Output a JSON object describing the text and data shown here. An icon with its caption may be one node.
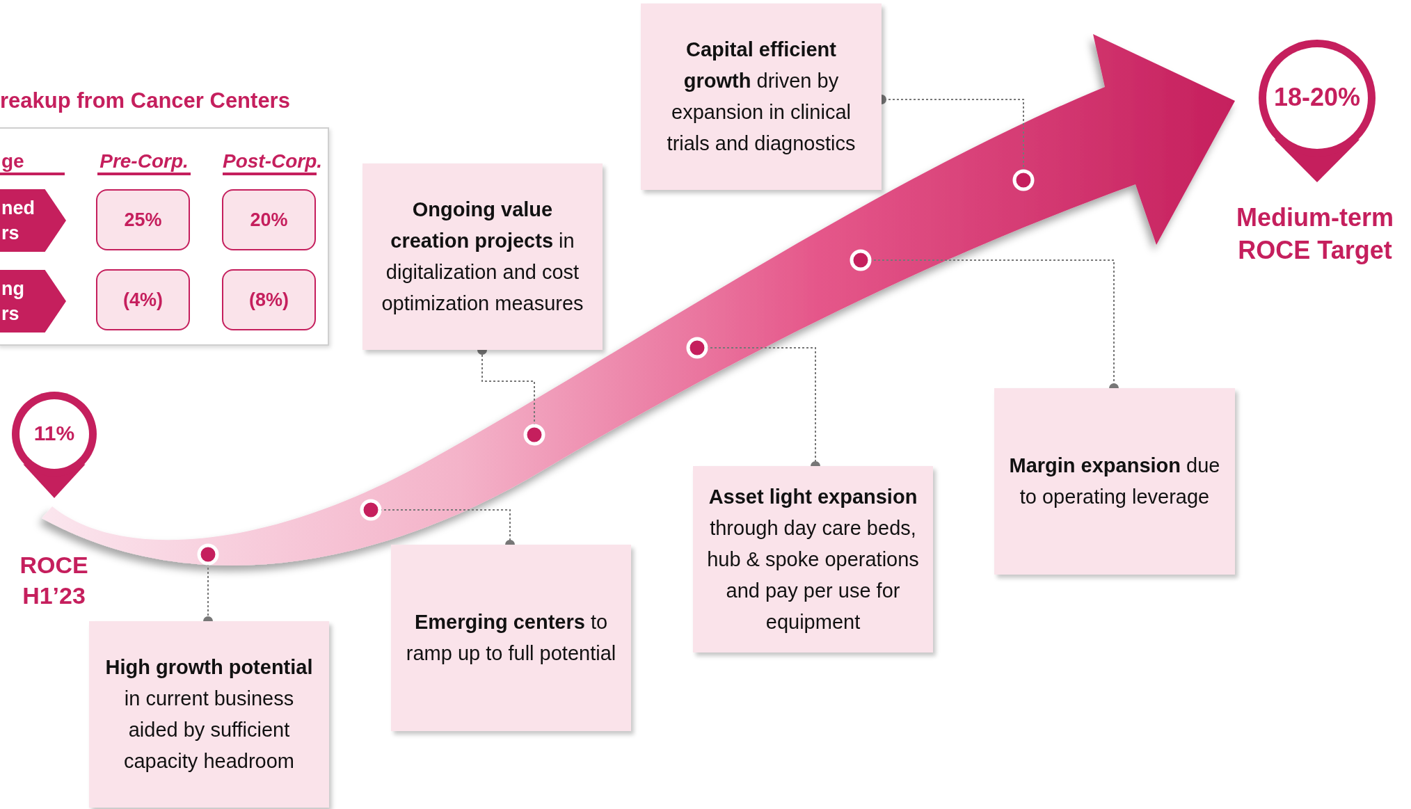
{
  "diagram": {
    "nodes": [
      {
        "text": [],
        "shape": "box"
      },
      {
        "text": [
          "ned rs"
        ],
        "in": 0
      },
      {
        "text": [
          "25%"
        ],
        "in": 0
      },
      {
        "text": [
          "20%"
        ],
        "in": 0
      },
      {
        "text": [
          "ng rs"
        ],
        "in": 0
      },
      {
        "text": [
          "(4%)"
        ],
        "in": 0
      },
      {
        "text": [
          "(8%)"
        ],
        "in": 0
      },
      {
        "text": [
          "11%"
        ]
      },
      {
        "text": [
          "18-20%"
        ],
        "beside": [
          "Medium-term ROCE Target"
        ]
      },
      {
        "text": [],
        "shape": "circle"
      },
      {
        "text": [],
        "shape": "circle"
      },
      {
        "text": [],
        "shape": "circle"
      },
      {
        "text": [],
        "shape": "circle"
      },
      {
        "text": [],
        "shape": "circle"
      },
      {
        "text": [],
        "shape": "circle"
      },
      {
        "text": [
          "**High growth potential** in current business aided by sufficient capacity headroom"
        ]
      },
      {
        "text": [
          "**Emerging centers** to ramp up to full potential"
        ]
      },
      {
        "text": [
          "**Ongoing value creation projects** in digitalization and cost optimization measures"
        ]
      },
      {
        "text": [
          "**Asset light expansion** through day care beds, hub & spoke operations and pay per use for equipment"
        ]
      },
      {
        "text": [
          "**Margin expansion** due to operating leverage"
        ]
      },
      {
        "text": [
          "**Capital efficient growth** driven by expansion in clinical trials and diagnostics"
        ]
      }
    ],
    "edges": [
      {
        "from": 9,
        "to": 15,
        "arrow": "other",
        "style": "dashed"
      },
      {
        "from": 10,
        "to": 16,
        "arrow": "other",
        "style": "dashed"
      },
      {
        "from": 11,
        "to": 17,
        "arrow": "other",
        "style": "dashed"
      },
      {
        "from": 12,
        "to": 18,
        "arrow": "other",
        "style": "dashed"
      },
      {
        "from": 13,
        "to": 19,
        "arrow": "other",
        "style": "dashed"
      },
      {
        "from": 14,
        "to": 20,
        "arrow": "other",
        "style": "dashed"
      }
    ],
    "labels": [
      "reakup from Cancer Centers",
      "ge",
      "Pre-Corp.",
      "Post-Corp.",
      "ROCE H1’23"
    ]
  }
}
